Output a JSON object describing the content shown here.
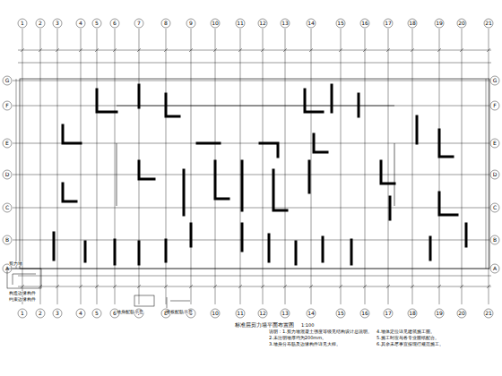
{
  "diagram": {
    "labels": [
      "1",
      "2",
      "3",
      "4",
      "5",
      "6",
      "7",
      "8",
      "9",
      "10",
      "11",
      "12",
      "13",
      "14",
      "15",
      "16",
      "17",
      "18",
      "19",
      "20",
      "21",
      "1",
      "2",
      "3",
      "4",
      "5",
      "6",
      "7",
      "8",
      "9",
      "10",
      "11",
      "12",
      "13",
      "14",
      "15",
      "16",
      "17",
      "18",
      "19",
      "20",
      "21",
      "G",
      "F",
      "E",
      "D",
      "C",
      "B",
      "A",
      "G",
      "F",
      "E",
      "D",
      "C",
      "B",
      "A",
      "标准层剪力墙平面布置图",
      "1:100",
      "说明：1.剪力墙混凝土强度等级见结构设计总说明。",
      "2.未注明墙厚均为200mm。",
      "3.墙身分布筋及边缘构件详见大样。",
      "4.墙体定位详见建筑施工图。",
      "5.施工时应与各专业图纸配合。",
      "6.其余未尽事宜按现行规范施工。",
      "剪力墙",
      "构造边缘构件",
      "约束边缘构件",
      "墙身配筋示意",
      "楼板配筋示意"
    ]
  }
}
